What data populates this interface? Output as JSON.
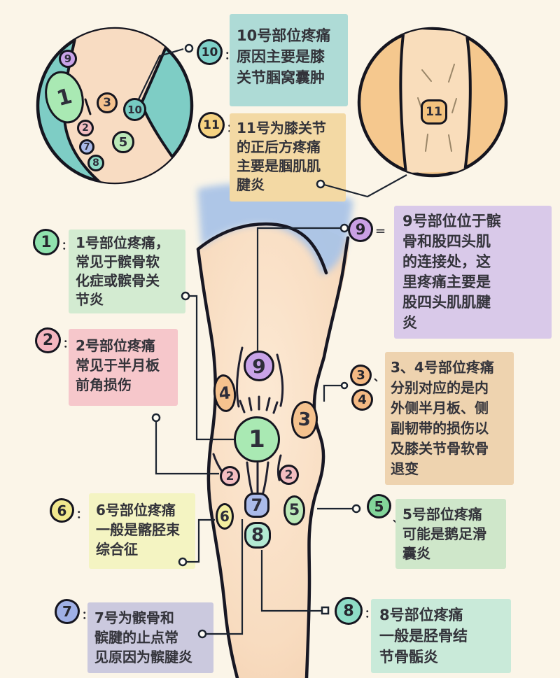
{
  "inset_back_knee": {
    "markers": [
      {
        "label": "9"
      },
      {
        "label": "1"
      },
      {
        "label": "2"
      },
      {
        "label": "7"
      },
      {
        "label": "8"
      },
      {
        "label": "3"
      },
      {
        "label": "5"
      },
      {
        "label": "10"
      }
    ]
  },
  "inset_rear_view": {
    "marker": {
      "label": "11"
    }
  },
  "leg_markers": [
    {
      "label": "9"
    },
    {
      "label": "4"
    },
    {
      "label": "3"
    },
    {
      "label": "1"
    },
    {
      "label": "2"
    },
    {
      "label": "2"
    },
    {
      "label": "7"
    },
    {
      "label": "6"
    },
    {
      "label": "5"
    },
    {
      "label": "8"
    }
  ],
  "annotations": [
    {
      "badge": "10",
      "sep": "：",
      "text": "10号部位疼痛\n原因主要是膝\n关节腘窝囊肿"
    },
    {
      "badge": "11",
      "sep": "：",
      "text": "11号为膝关节\n的正后方疼痛\n主要是腘肌肌\n腱炎"
    },
    {
      "badge": "9",
      "sep": "＝",
      "text": "9号部位位于髌\n骨和股四头肌\n的连接处，这\n里疼痛主要是\n股四头肌肌腱\n炎"
    },
    {
      "badge": "1",
      "sep": "：",
      "text": "1号部位疼痛，\n常见于髌骨软\n化症或髌骨关\n节炎"
    },
    {
      "badge": "2",
      "sep": "：",
      "text": "2号部位疼痛\n常见于半月板\n前角损伤"
    },
    {
      "badge": "3",
      "badge2": "4",
      "sep": "、",
      "text": "3、4号部位疼痛\n分别对应的是内\n外侧半月板、侧\n副韧带的损伤以\n及膝关节骨软骨\n退变"
    },
    {
      "badge": "6",
      "sep": "：",
      "text": "6号部位疼痛\n一般是髂胫束\n综合征"
    },
    {
      "badge": "5",
      "sep": "、",
      "text": "5号部位疼痛\n可能是鹅足滑\n囊炎"
    },
    {
      "badge": "7",
      "sep": "：",
      "text": "7号为髌骨和\n髌腱的止点常\n见原因为髌腱炎"
    },
    {
      "badge": "8",
      "sep": "：",
      "text": "8号部位疼痛\n一般是胫骨结\n节骨骺炎"
    }
  ],
  "colors": {
    "background": "#fbf5e8",
    "inset_teal": "#7ecdc5",
    "inset_orange": "#f5c88e",
    "skin": "#f8dcc2",
    "shorts_blue": "#aac4e7",
    "note_10": "#aedbd6",
    "note_11": "#f3d9a4",
    "note_9": "#d9c9e9",
    "note_1": "#d3ebd1",
    "note_2": "#f6c7cb",
    "note_3_4": "#eed3af",
    "note_6": "#f4f4c2",
    "note_5": "#cfe7ca",
    "note_7": "#cbc9de",
    "note_8": "#c9ead9",
    "line": "#1c2430"
  }
}
